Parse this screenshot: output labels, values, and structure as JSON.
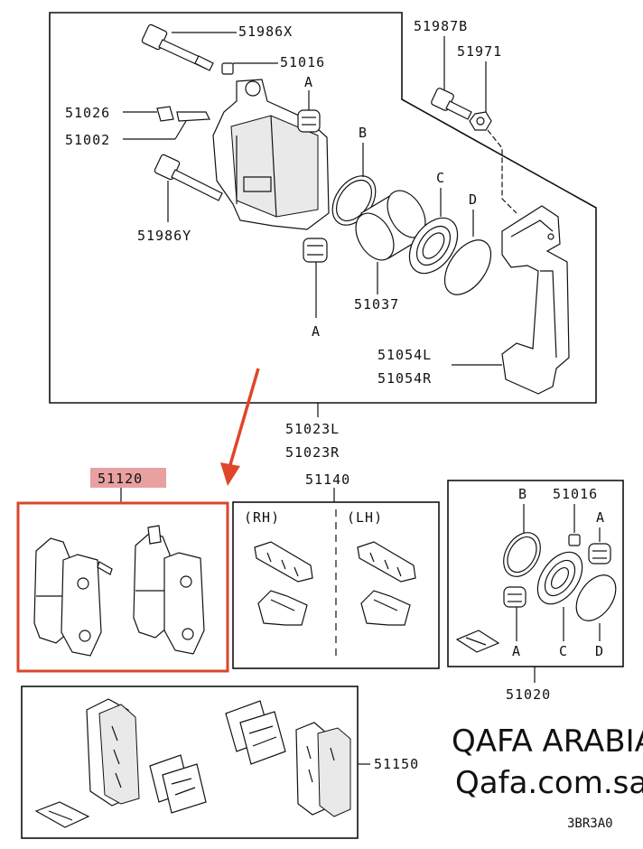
{
  "labels": {
    "p51986x": "51986X",
    "p51016_top": "51016",
    "p51026": "51026",
    "p51002": "51002",
    "p51986y": "51986Y",
    "p51987b": "51987B",
    "p51971": "51971",
    "p51037": "51037",
    "p51054l": "51054L",
    "p51054r": "51054R",
    "p51023l": "51023L",
    "p51023r": "51023R",
    "p51120": "51120",
    "p51140": "51140",
    "p51020": "51020",
    "p51016_kit": "51016",
    "p51150": "51150",
    "rh": "(RH)",
    "lh": "(LH)",
    "code": "3BR3A0"
  },
  "letters": {
    "a_top": "A",
    "a_bottom": "A",
    "b_top": "B",
    "c_top": "C",
    "d_top": "D",
    "b_kit": "B",
    "a_kit_top": "A",
    "a_kit_bottom": "A",
    "c_kit": "C",
    "d_kit": "D"
  },
  "brand": {
    "name": "QAFA ARABIA",
    "site": "Qafa.com.sa"
  },
  "colors": {
    "highlight_box": "#d9472b",
    "highlight_label_bg": "#e8a0a0",
    "arrow": "#e0452a",
    "line": "#111111"
  }
}
